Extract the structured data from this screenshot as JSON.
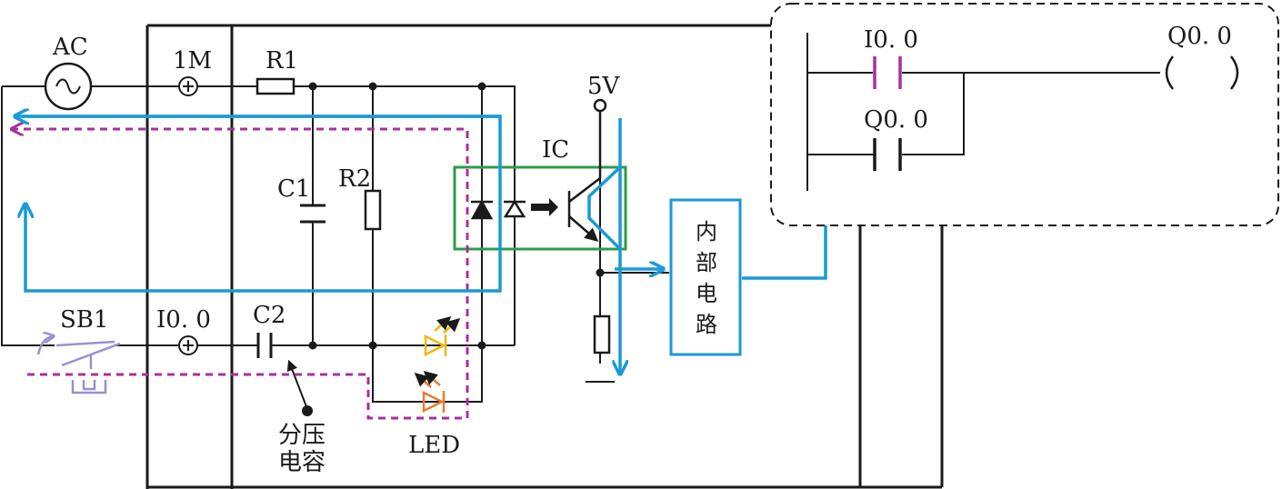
{
  "labels": {
    "ac": "AC",
    "terminal_1m": "1M",
    "r1": "R1",
    "c1": "C1",
    "r2": "R2",
    "ic": "IC",
    "supply": "5V",
    "sb1": "SB1",
    "terminal_i00": "I0. 0",
    "c2": "C2",
    "led": "LED",
    "divider_cap_line1": "分压",
    "divider_cap_line2": "电容",
    "internal_circuit": [
      "内",
      "部",
      "电",
      "路"
    ],
    "ladder_contact_i00": "I0. 0",
    "ladder_contact_q00": "Q0. 0",
    "ladder_coil_q00": "Q0. 0"
  },
  "colors": {
    "wire": "#1a1a1a",
    "current_flow": "#1a9ad6",
    "dashed_path": "#a6329a",
    "optocoupler_box": "#2e9b48",
    "led_yellow": "#f2b705",
    "led_orange": "#ea7a2a",
    "button": "#9b8fd2",
    "contact_magenta": "#a6329a"
  }
}
